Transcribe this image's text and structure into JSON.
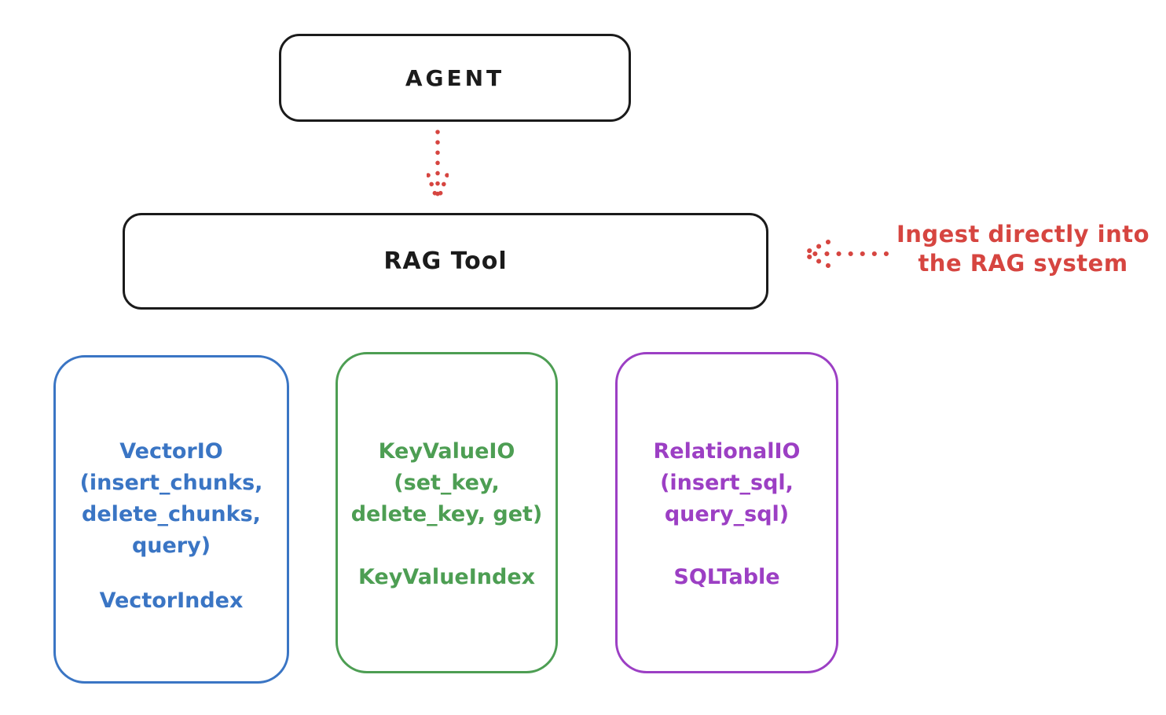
{
  "diagram": {
    "agent_box": {
      "label": "AGENT"
    },
    "rag_box": {
      "label": "RAG Tool"
    },
    "annotation": {
      "line1": "Ingest directly into",
      "line2": "the RAG system"
    },
    "io_boxes": [
      {
        "id": "vector-io",
        "lines": [
          "VectorIO",
          "(insert_chunks,",
          "delete_chunks,",
          "query)"
        ],
        "index_label": "VectorIndex",
        "color": "#3a75c4"
      },
      {
        "id": "keyvalue-io",
        "lines": [
          "KeyValueIO",
          "(set_key,",
          "delete_key, get)"
        ],
        "index_label": "KeyValueIndex",
        "color": "#4d9e53"
      },
      {
        "id": "relational-io",
        "lines": [
          "RelationalIO",
          "(insert_sql,",
          "query_sql)"
        ],
        "index_label": "SQLTable",
        "color": "#9c3fc4"
      }
    ],
    "colors": {
      "stroke": "#1b1b1b",
      "arrow_red": "#d64540",
      "background": "#ffffff"
    }
  }
}
